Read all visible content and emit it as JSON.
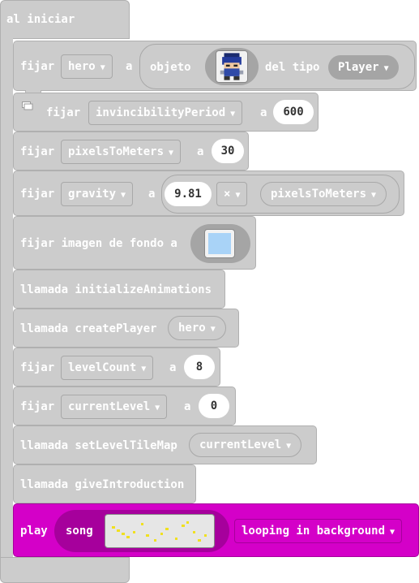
{
  "event": {
    "label": "al iniciar"
  },
  "blocks": {
    "set_hero": {
      "verb": "fijar",
      "variable": "hero",
      "to": "a",
      "sprite_label": "objeto",
      "kind_label": "del tipo",
      "kind": "Player"
    },
    "set_invincibility": {
      "verb": "fijar",
      "variable": "invincibilityPeriod",
      "to": "a",
      "value": "600"
    },
    "set_ptm": {
      "verb": "fijar",
      "variable": "pixelsToMeters",
      "to": "a",
      "value": "30"
    },
    "set_gravity": {
      "verb": "fijar",
      "variable": "gravity",
      "to": "a",
      "left": "9.81",
      "op": "×",
      "right": "pixelsToMeters"
    },
    "set_bg": {
      "label": "fijar imagen de fondo a"
    },
    "call_anim": {
      "label": "llamada initializeAnimations"
    },
    "call_player": {
      "label": "llamada createPlayer",
      "arg": "hero"
    },
    "set_levelcount": {
      "verb": "fijar",
      "variable": "levelCount",
      "to": "a",
      "value": "8"
    },
    "set_current": {
      "verb": "fijar",
      "variable": "currentLevel",
      "to": "a",
      "value": "0"
    },
    "call_tilemap": {
      "label": "llamada setLevelTileMap",
      "arg": "currentLevel"
    },
    "call_intro": {
      "label": "llamada giveIntroduction"
    },
    "play": {
      "verb": "play",
      "song_label": "song",
      "mode": "looping in background"
    }
  },
  "colors": {
    "block": "#cccccc",
    "music": "#d400c8",
    "music_dark": "#a6009c",
    "bg_swatch": "#a9d3f7"
  },
  "icons": {
    "dropdown": "triangle-down",
    "comment": "comment-icon"
  }
}
